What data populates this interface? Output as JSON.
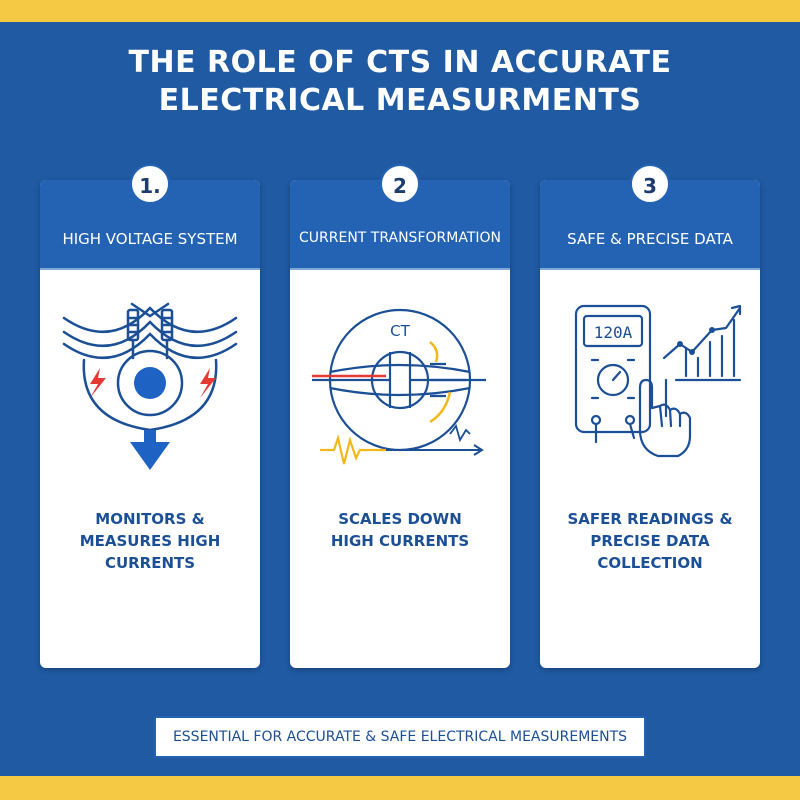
{
  "title": {
    "line1": "THE ROLE OF CTS IN ACCURATE",
    "line2": "ELECTRICAL MEASURMENTS"
  },
  "cards": [
    {
      "number": "1.",
      "heading": "HIGH VOLTAGE SYSTEM",
      "description": "MONITORS &\nMEASURES HIGH\nCURRENTS",
      "icon": "high-voltage-line-icon"
    },
    {
      "number": "2",
      "heading": "CURRENT TRANSFORMATION",
      "description": "SCALES DOWN\nHIGH CURRENTS",
      "icon": "current-transformer-icon",
      "ct_label": "CT"
    },
    {
      "number": "3",
      "heading": "SAFE & PRECISE DATA",
      "description": "SAFER READINGS &\nPRECISE DATA\nCOLLECTION",
      "icon": "multimeter-icon",
      "meter_reading": "120A"
    }
  ],
  "footer": "ESSENTIAL FOR ACCURATE & SAFE ELECTRICAL MEASUREMENTS",
  "colors": {
    "background": "#1f5aa3",
    "accent_band": "#f6c945",
    "card_header": "#2463b4",
    "text_blue": "#1b4f96",
    "spark_red": "#e53935"
  }
}
